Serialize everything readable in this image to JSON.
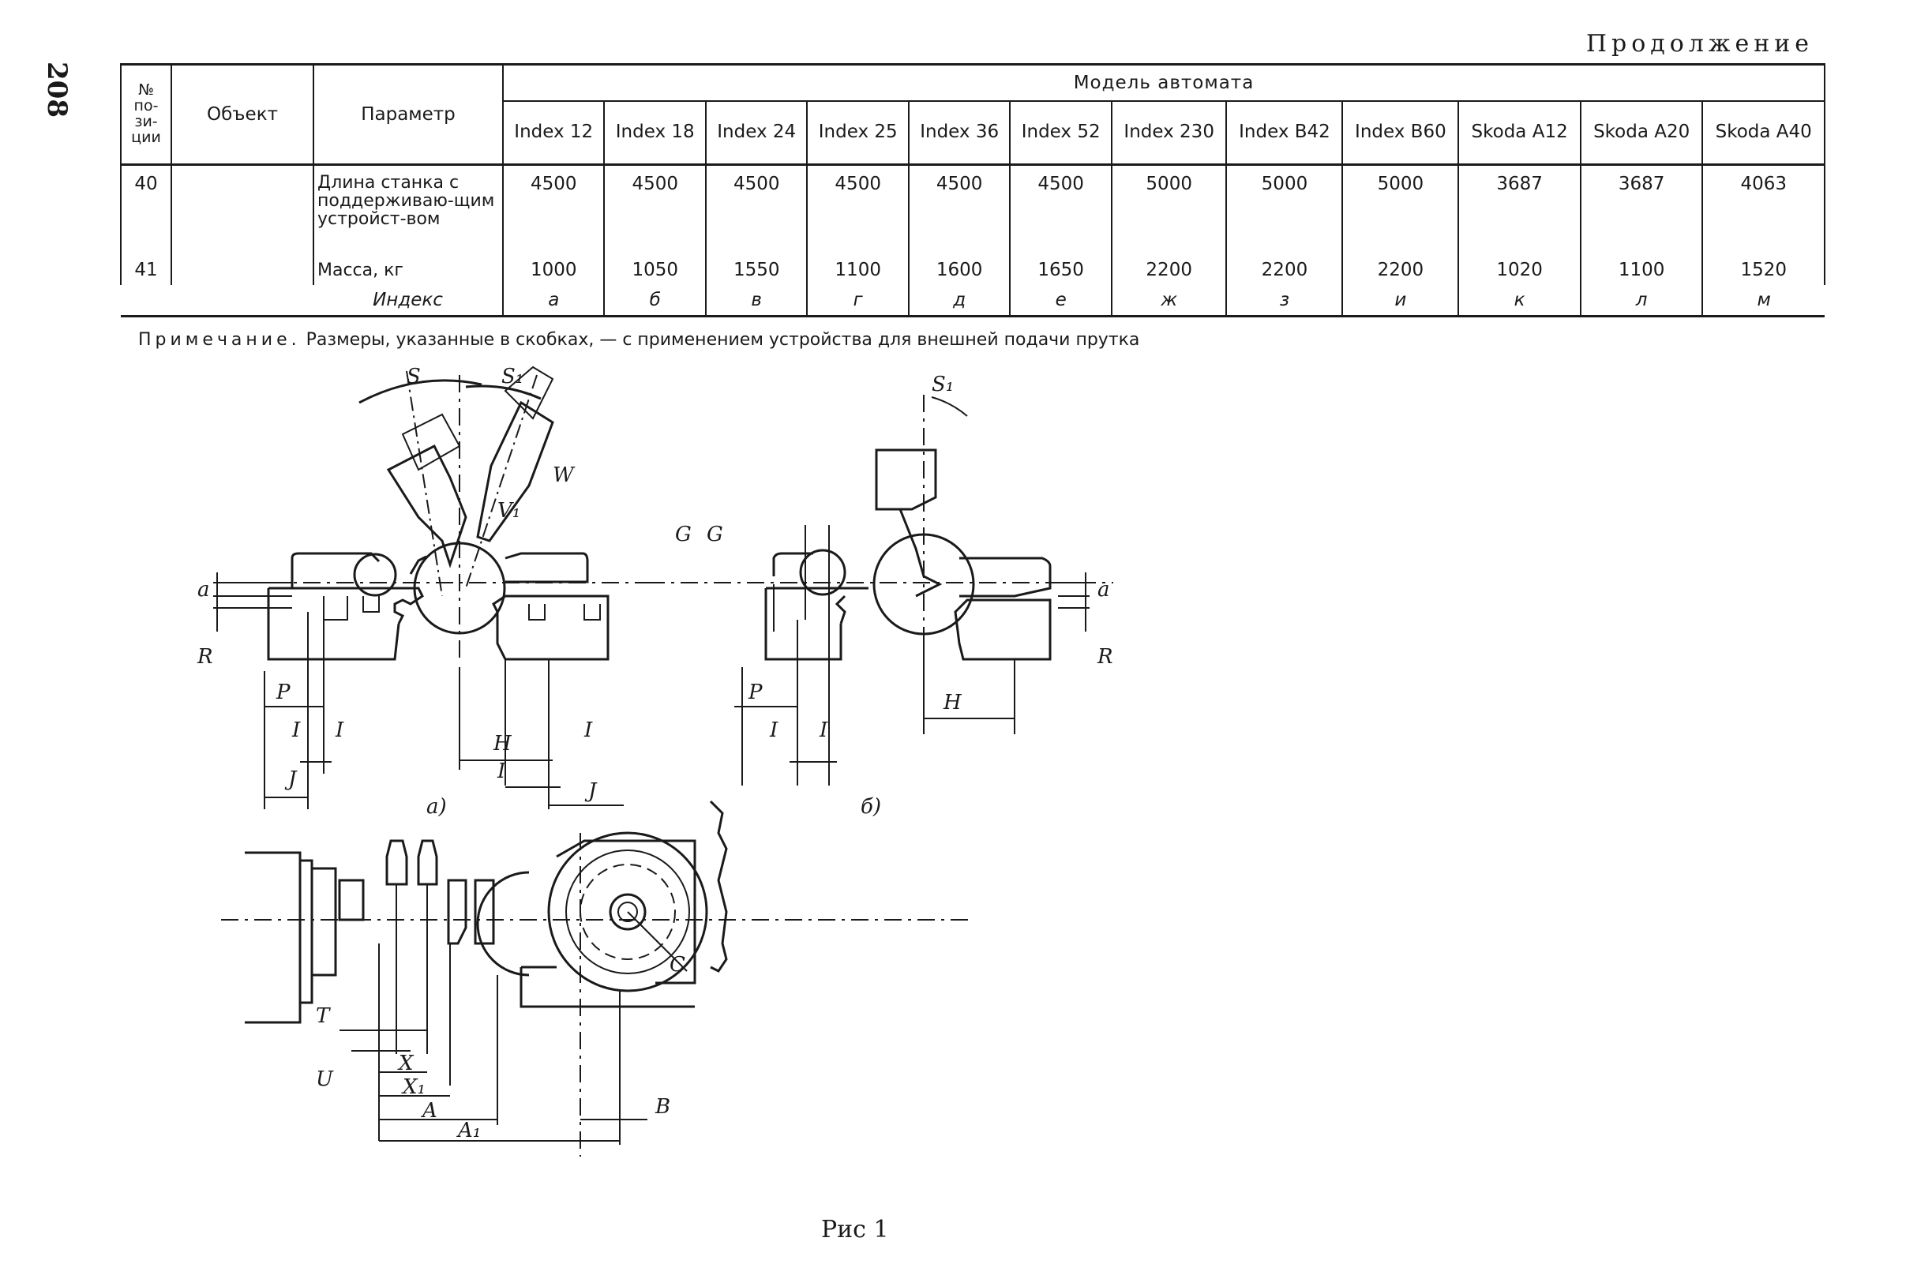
{
  "page_number": "208",
  "continuation_label": "Продолжение",
  "table": {
    "header": {
      "position": "№ по-зи-ции",
      "object": "Объект",
      "parameter": "Параметр",
      "model_group": "Модель автомата",
      "models": [
        "Index 12",
        "Index 18",
        "Index 24",
        "Index 25",
        "Index 36",
        "Index 52",
        "Index 230",
        "Index B42",
        "Index B60",
        "Skoda A12",
        "Skoda A20",
        "Skoda A40"
      ]
    },
    "rows": [
      {
        "pos": "40",
        "object": "",
        "parameter": "Длина станка с поддерживаю-щим устройст-вом",
        "values": [
          "4500",
          "4500",
          "4500",
          "4500",
          "4500",
          "4500",
          "5000",
          "5000",
          "5000",
          "3687",
          "3687",
          "4063"
        ]
      },
      {
        "pos": "41",
        "object": "",
        "parameter": "Масса, кг",
        "values": [
          "1000",
          "1050",
          "1550",
          "1100",
          "1600",
          "1650",
          "2200",
          "2200",
          "2200",
          "1020",
          "1100",
          "1520"
        ]
      }
    ],
    "index_label": "Индекс",
    "index_values": [
      "а",
      "б",
      "в",
      "г",
      "д",
      "е",
      "ж",
      "з",
      "и",
      "к",
      "л",
      "м"
    ]
  },
  "note": {
    "label": "Примечание.",
    "text": "Размеры, указанные в скобках, — с применением устройства для внешней подачи прутка"
  },
  "figure": {
    "labels": {
      "S": "S",
      "S1": "S₁",
      "W": "W",
      "V1": "V₁",
      "G": "G",
      "a": "a",
      "R": "R",
      "P": "P",
      "I": "I",
      "J": "J",
      "H": "H",
      "T": "T",
      "U": "U",
      "X": "X",
      "X1": "X₁",
      "A": "A",
      "A1": "A₁",
      "B": "B",
      "C": "C"
    },
    "subfigure_a": "а)",
    "subfigure_b": "б)"
  },
  "caption": "Рис 1"
}
